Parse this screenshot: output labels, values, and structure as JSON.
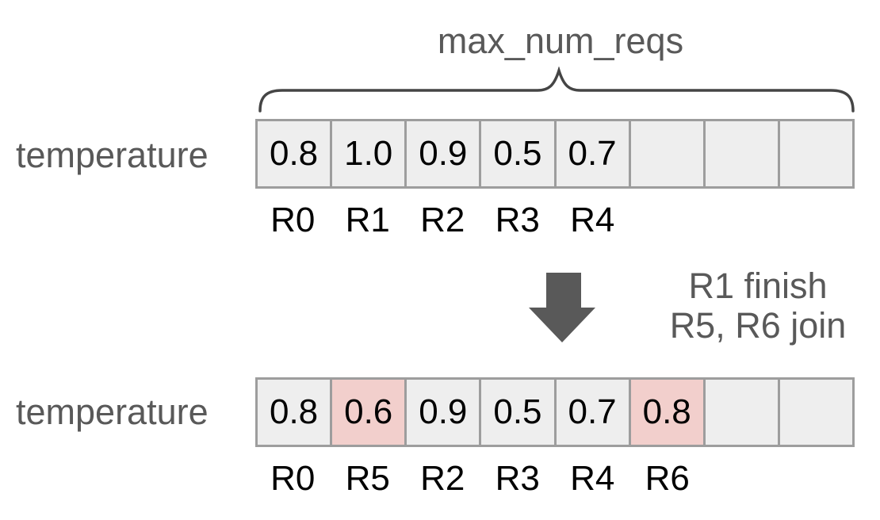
{
  "title": "max_num_reqs",
  "colors": {
    "gray_text": "#595959",
    "brace_stroke": "#454545",
    "cell_fill": "#eeeeee",
    "cell_border": "#9d9d9d",
    "highlight_fill": "#f2cfcc",
    "arrow_fill": "#595959",
    "value_text": "#000000"
  },
  "top_array": {
    "label": "temperature",
    "cells": [
      {
        "value": "0.8",
        "state": "normal"
      },
      {
        "value": "1.0",
        "state": "normal"
      },
      {
        "value": "0.9",
        "state": "normal"
      },
      {
        "value": "0.5",
        "state": "normal"
      },
      {
        "value": "0.7",
        "state": "normal"
      },
      {
        "value": "",
        "state": "normal"
      },
      {
        "value": "",
        "state": "normal"
      },
      {
        "value": "",
        "state": "normal"
      }
    ],
    "request_labels": [
      "R0",
      "R1",
      "R2",
      "R3",
      "R4",
      "",
      "",
      ""
    ]
  },
  "transition": {
    "arrow_icon": "down-arrow",
    "note_lines": [
      "R1 finish",
      "R5, R6 join"
    ]
  },
  "bottom_array": {
    "label": "temperature",
    "cells": [
      {
        "value": "0.8",
        "state": "normal"
      },
      {
        "value": "0.6",
        "state": "highlight"
      },
      {
        "value": "0.9",
        "state": "normal"
      },
      {
        "value": "0.5",
        "state": "normal"
      },
      {
        "value": "0.7",
        "state": "normal"
      },
      {
        "value": "0.8",
        "state": "highlight"
      },
      {
        "value": "",
        "state": "normal"
      },
      {
        "value": "",
        "state": "normal"
      }
    ],
    "request_labels": [
      "R0",
      "R5",
      "R2",
      "R3",
      "R4",
      "R6",
      "",
      ""
    ]
  }
}
